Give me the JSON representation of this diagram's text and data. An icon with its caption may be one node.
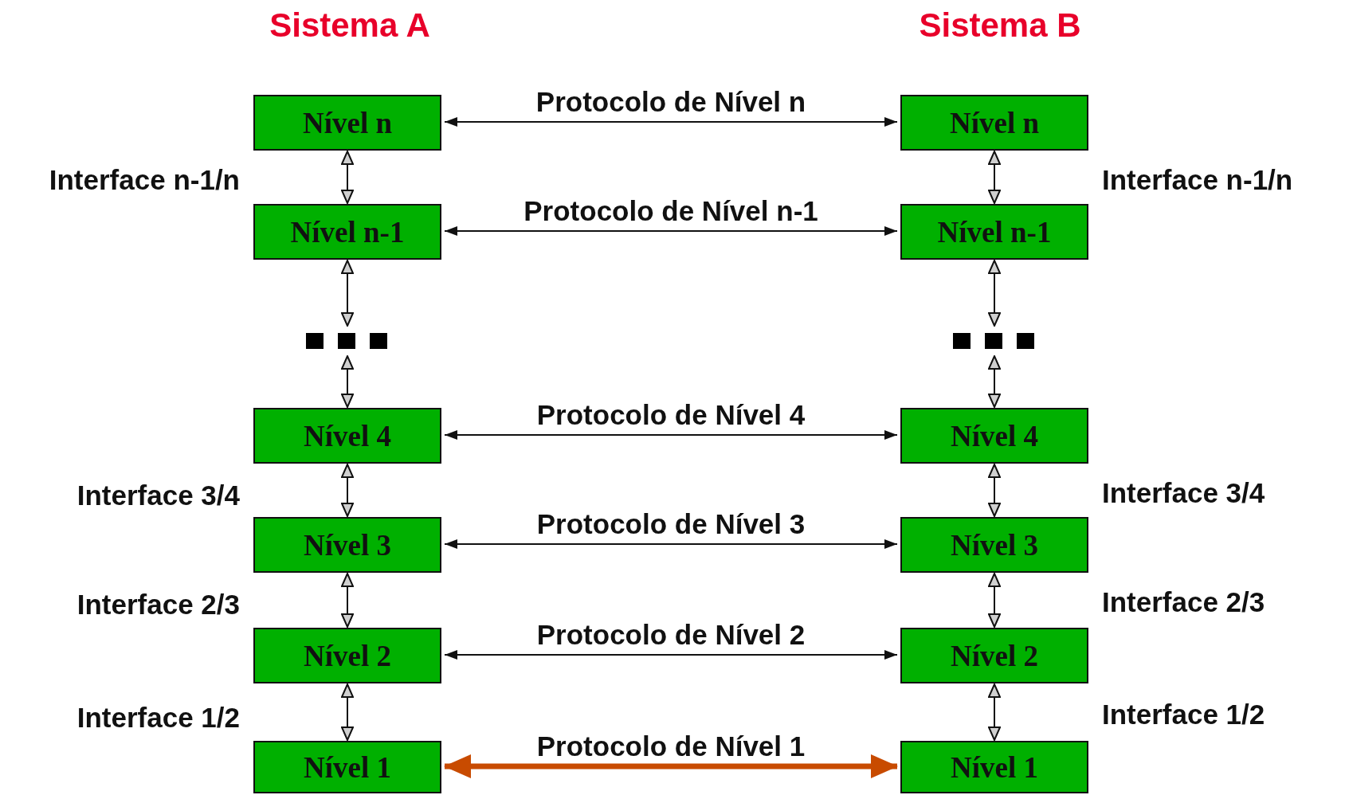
{
  "diagram": {
    "nodes": [
      {
        "text": [
          "Nível n"
        ]
      },
      {
        "text": [
          "Nível n"
        ]
      },
      {
        "text": [
          "Nível n-1"
        ]
      },
      {
        "text": [
          "Nível n-1"
        ]
      },
      {
        "text": [],
        "shape": "dots"
      },
      {
        "text": [],
        "shape": "dots"
      },
      {
        "text": [
          "Nível 4"
        ]
      },
      {
        "text": [
          "Nível 4"
        ]
      },
      {
        "text": [
          "Nível 3"
        ]
      },
      {
        "text": [
          "Nível 3"
        ]
      },
      {
        "text": [
          "Nível 2"
        ]
      },
      {
        "text": [
          "Nível 2"
        ]
      },
      {
        "text": [
          "Nível 1"
        ]
      },
      {
        "text": [
          "Nível 1"
        ]
      }
    ],
    "edges": [
      {
        "from": 0,
        "to": 1,
        "arrow": "both",
        "label": "Protocolo de Nível n"
      },
      {
        "from": 0,
        "to": 2,
        "arrow": "both"
      },
      {
        "from": 1,
        "to": 3,
        "arrow": "both"
      },
      {
        "from": 2,
        "to": 3,
        "arrow": "both",
        "label": "Protocolo de Nível n-1"
      },
      {
        "from": 2,
        "to": 4,
        "arrow": "both"
      },
      {
        "from": 3,
        "to": 5,
        "arrow": "both"
      },
      {
        "from": 4,
        "to": 6,
        "arrow": "both"
      },
      {
        "from": 5,
        "to": 7,
        "arrow": "both"
      },
      {
        "from": 6,
        "to": 7,
        "arrow": "both",
        "label": "Protocolo de Nível 4"
      },
      {
        "from": 6,
        "to": 8,
        "arrow": "both"
      },
      {
        "from": 7,
        "to": 9,
        "arrow": "both"
      },
      {
        "from": 8,
        "to": 9,
        "arrow": "both",
        "label": "Protocolo de Nível 3"
      },
      {
        "from": 8,
        "to": 10,
        "arrow": "both"
      },
      {
        "from": 9,
        "to": 11,
        "arrow": "both"
      },
      {
        "from": 10,
        "to": 11,
        "arrow": "both",
        "label": "Protocolo de Nível 2"
      },
      {
        "from": 10,
        "to": 12,
        "arrow": "both"
      },
      {
        "from": 11,
        "to": 13,
        "arrow": "both"
      },
      {
        "from": 12,
        "to": 13,
        "arrow": "both",
        "label": "Protocolo de Nível 1",
        "style": "thick",
        "color": "#c84b00"
      }
    ],
    "labels": [
      "Sistema A",
      "Sistema B",
      "Interface n-1/n",
      "Interface n-1/n",
      "Interface 3/4",
      "Interface 3/4",
      "Interface 2/3",
      "Interface 2/3",
      "Interface 1/2",
      "Interface 1/2"
    ]
  }
}
